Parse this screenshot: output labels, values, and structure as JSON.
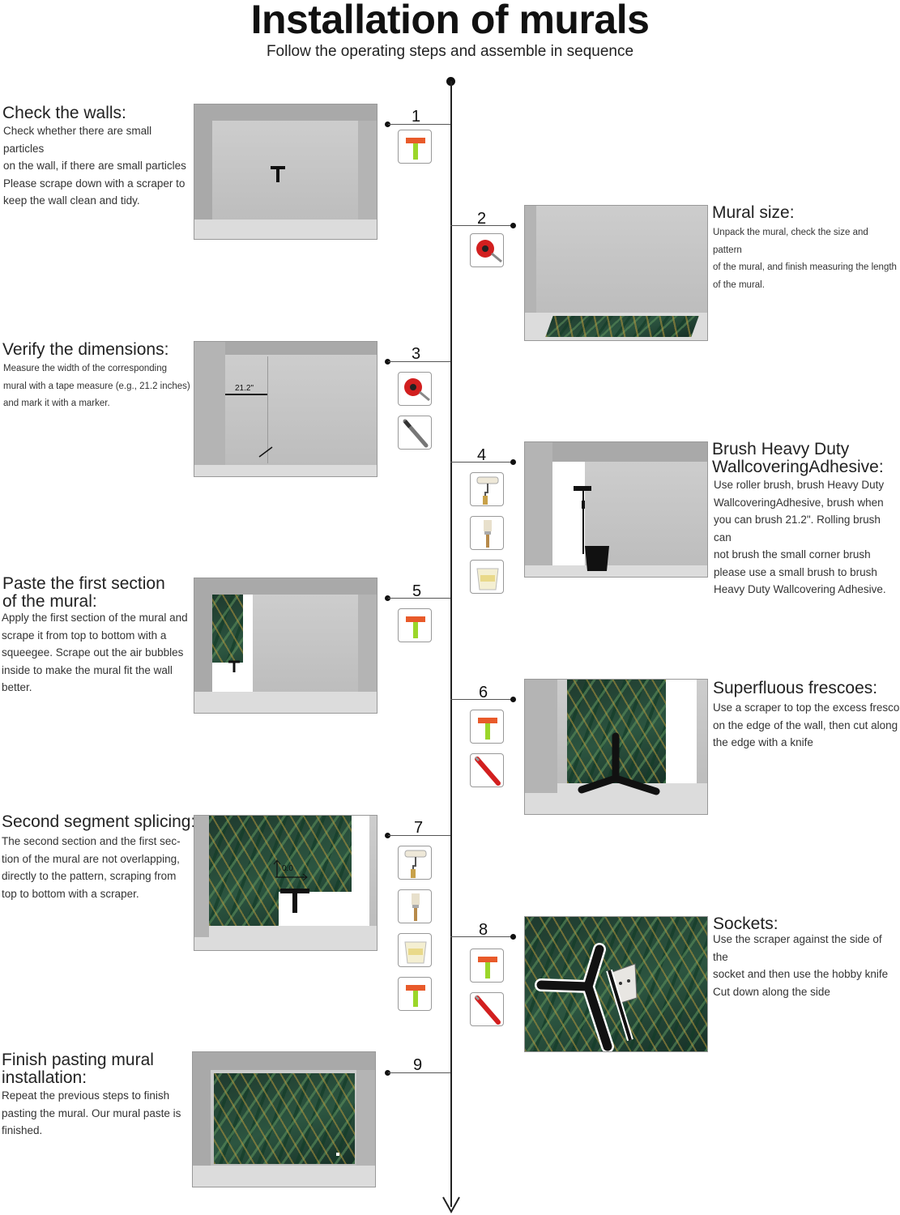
{
  "page": {
    "title": "Installation of murals",
    "subtitle": "Follow the operating steps and assemble in sequence"
  },
  "steps": [
    {
      "number": "1",
      "heading": "Check the walls:",
      "body": [
        "Check whether there are small particles",
        "on the wall, if there are small particles",
        "Please scrape down with a scraper to",
        "keep the wall clean and tidy."
      ],
      "tools": [
        "scraper"
      ]
    },
    {
      "number": "2",
      "heading": "Mural size:",
      "body": [
        "Unpack the mural, check the size and pattern",
        "of the mural, and finish measuring the length",
        "of the mural."
      ],
      "tools": [
        "tape-measure"
      ]
    },
    {
      "number": "3",
      "heading": "Verify the dimensions:",
      "body": [
        "Measure the width of the corresponding",
        "mural with a tape measure (e.g., 21.2 inches)",
        "and mark it with a marker."
      ],
      "tools": [
        "tape-measure",
        "marker"
      ],
      "measure_label": "21.2\""
    },
    {
      "number": "4",
      "heading": "Brush Heavy Duty WallcoveringAdhesive:",
      "body": [
        "Use roller brush, brush Heavy Duty",
        "WallcoveringAdhesive, brush when",
        "you can brush 21.2\". Rolling brush can",
        "not brush the small corner brush",
        "please use a small brush to brush",
        "Heavy Duty Wallcovering Adhesive."
      ],
      "tools": [
        "roller-brush",
        "paint-brush",
        "adhesive-bucket"
      ]
    },
    {
      "number": "5",
      "heading": "Paste the first section of the mural:",
      "body": [
        "Apply the first section of the mural and",
        "scrape it from top to bottom with a",
        "squeegee. Scrape out the air bubbles",
        "inside to make the mural fit the wall",
        "better."
      ],
      "tools": [
        "scraper"
      ]
    },
    {
      "number": "6",
      "heading": "Superfluous frescoes:",
      "body": [
        "Use a scraper to top the excess fresco",
        "on the edge of the wall, then cut along",
        "the edge with a knife"
      ],
      "tools": [
        "scraper",
        "utility-knife"
      ]
    },
    {
      "number": "7",
      "heading": "Second segment splicing:",
      "body": [
        "The second section and the first sec-",
        "tion of the mural are not overlapping,",
        "directly to the pattern, scraping from",
        "top to bottom with a scraper."
      ],
      "tools": [
        "roller-brush",
        "paint-brush",
        "adhesive-bucket",
        "scraper"
      ],
      "measure_label": "0.0"
    },
    {
      "number": "8",
      "heading": "Sockets:",
      "body": [
        "Use the scraper against the side of the",
        "socket and then use the hobby knife",
        "Cut down along the side"
      ],
      "tools": [
        "scraper",
        "utility-knife"
      ]
    },
    {
      "number": "9",
      "heading": "Finish pasting mural installation:",
      "body": [
        "Repeat the previous steps to finish",
        "pasting the mural. Our mural paste is",
        "finished."
      ],
      "tools": []
    }
  ],
  "colors": {
    "scraper_head": "#e85a2a",
    "scraper_handle": "#9bd62a",
    "tape_red": "#d21f1f",
    "foliage": "#2c5540"
  }
}
